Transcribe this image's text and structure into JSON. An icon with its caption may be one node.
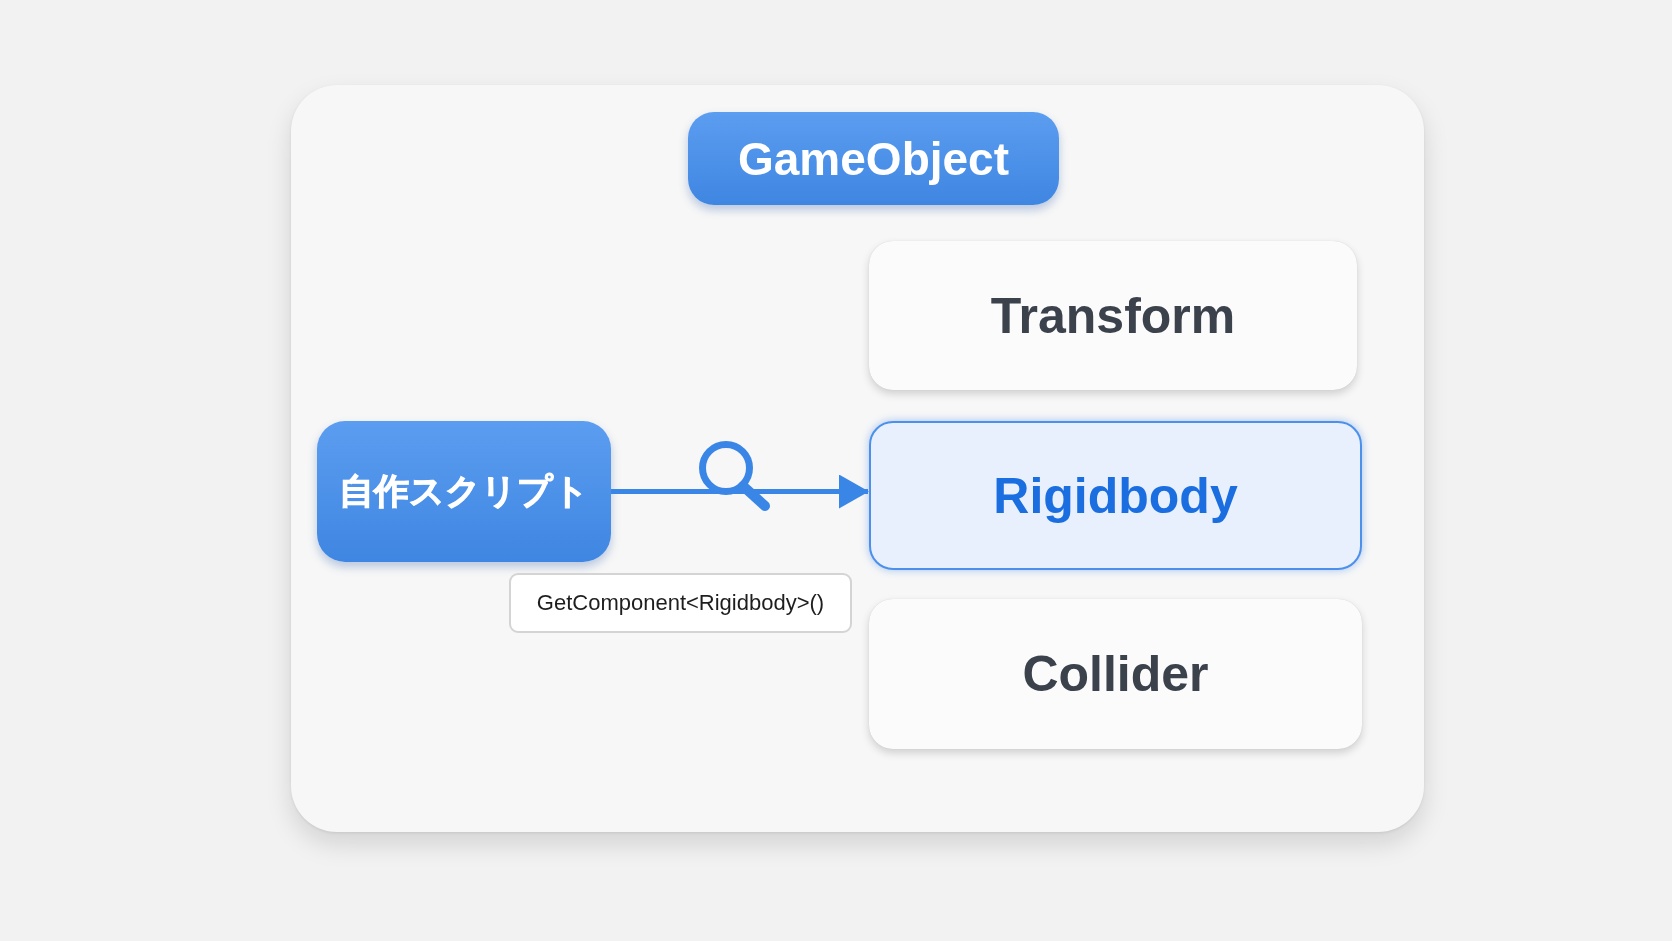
{
  "diagram": {
    "nodes": [
      {
        "text": [
          "GameObject"
        ]
      },
      {
        "text": [
          "Transform"
        ],
        "in": 0
      },
      {
        "text": [
          "自作スクリプト"
        ],
        "in": 0
      },
      {
        "text": [
          "Rigidbody"
        ],
        "in": 0
      },
      {
        "text": [
          "GetComponent<Rigidbody>()"
        ],
        "in": 0
      },
      {
        "text": [
          "Collider"
        ],
        "in": 0
      }
    ],
    "edges": [
      {
        "from": 2,
        "to": 3,
        "arrow": "to"
      }
    ]
  }
}
